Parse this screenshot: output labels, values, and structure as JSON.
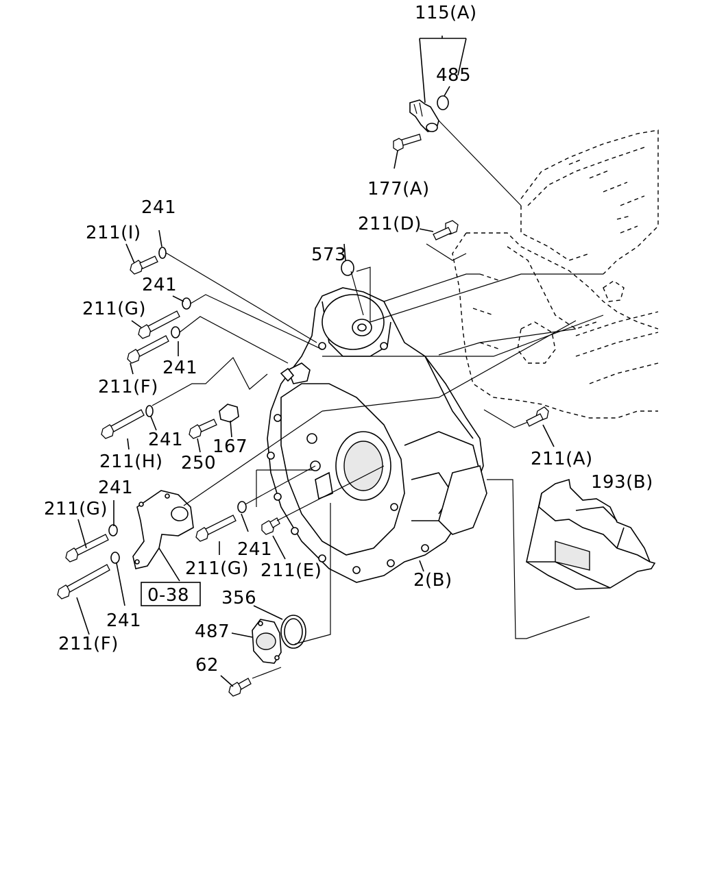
{
  "labels": {
    "l115a": "115(A)",
    "l485": "485",
    "l177a": "177(A)",
    "l211d": "211(D)",
    "l573": "573",
    "l241a": "241",
    "l211i": "211(I)",
    "l241b": "241",
    "l211g1": "211(G)",
    "l241c": "241",
    "l211f1": "211(F)",
    "l241d": "241",
    "l211h": "211(H)",
    "l250": "250",
    "l167": "167",
    "l211a": "211(A)",
    "l193b": "193(B)",
    "l241e": "241",
    "l211g2": "211(G)",
    "l211g3": "211(G)",
    "l241f": "241",
    "l211e": "211(E)",
    "l2b": "2(B)",
    "l038": "0-38",
    "l241g": "241",
    "l211f2": "211(F)",
    "l356": "356",
    "l487": "487",
    "l62": "62"
  }
}
